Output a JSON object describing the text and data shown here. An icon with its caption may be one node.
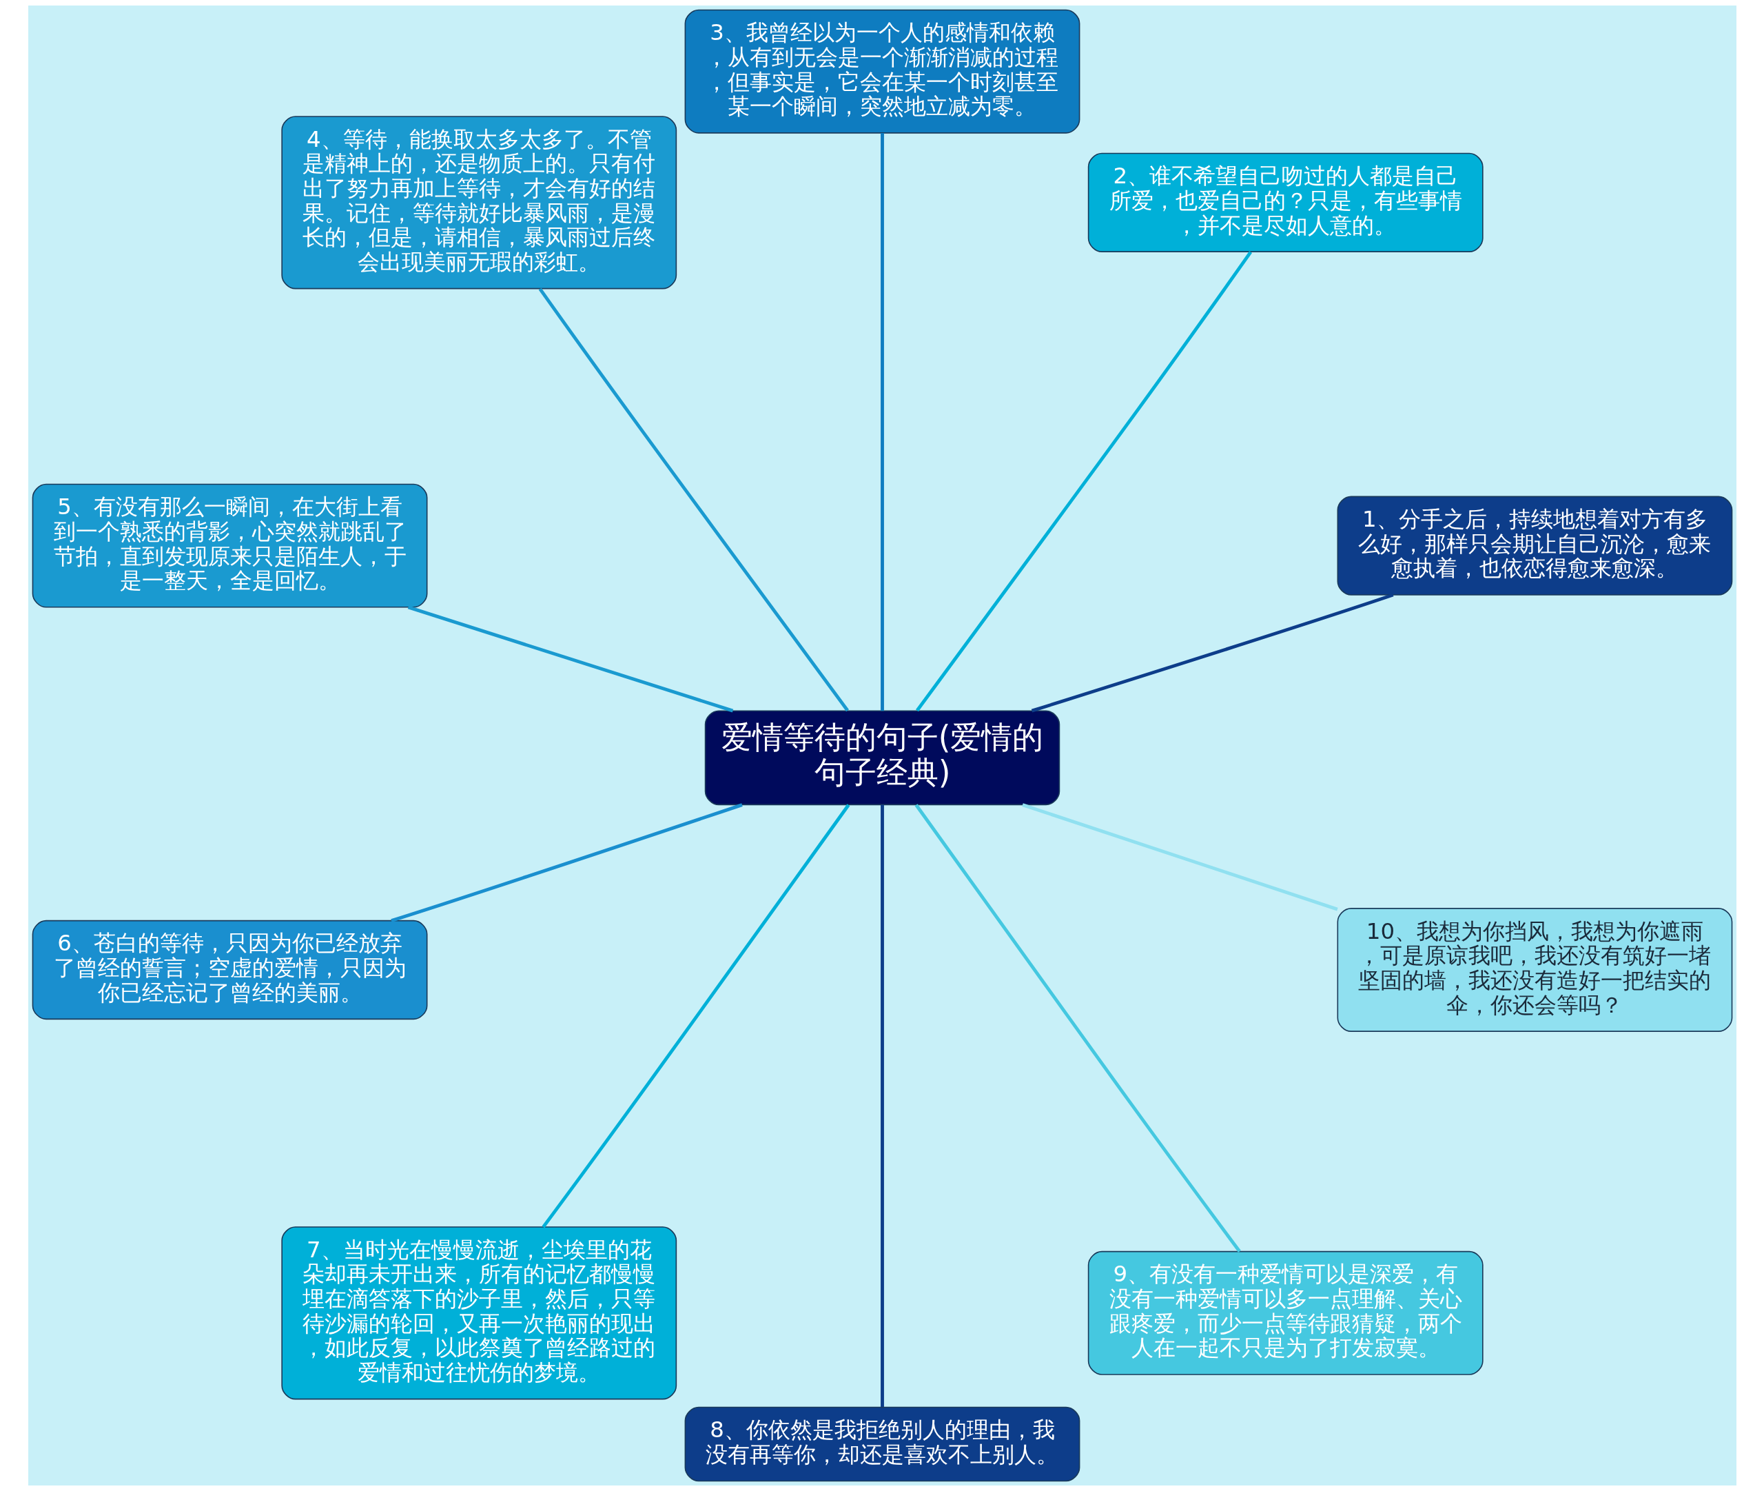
{
  "diagram": {
    "nodes": [
      {
        "text": [
          "爱情等待的句子(爱情的句子经典)"
        ]
      },
      {
        "text": [
          "1、分手之后，持续地想着对方有多么好，那样只会期让自己沉沦，愈来愈执着，也依恋得愈来愈深。"
        ]
      },
      {
        "text": [
          "2、谁不希望自己吻过的人都是自己所爱，也爱自己的？只是，有些事情，并不是尽如人意的。"
        ]
      },
      {
        "text": [
          "3、我曾经以为一个人的感情和依赖，从有到无会是一个渐渐消减的过程，但事实是，它会在某一个时刻甚至某一个瞬间，突然地立减为零。"
        ]
      },
      {
        "text": [
          "4、等待，能换取太多太多了。不管是精神上的，还是物质上的。只有付出了努力再加上等待，才会有好的结果。记住，等待就好比暴风雨，是漫长的，但是，请相信，暴风雨过后终会出现美丽无瑕的彩虹。"
        ]
      },
      {
        "text": [
          "5、有没有那么一瞬间，在大街上看到一个熟悉的背影，心突然就跳乱了节拍，直到发现原来只是陌生人，于是一整天，全是回忆。"
        ]
      },
      {
        "text": [
          "6、苍白的等待，只因为你已经放弃了曾经的誓言；空虚的爱情，只因为你已经忘记了曾经的美丽。"
        ]
      },
      {
        "text": [
          "7、当时光在慢慢流逝，尘埃里的花朵却再未开出来，所有的记忆都慢慢埋在滴答落下的沙子里，然后，只等待沙漏的轮回，又再一次艳丽的现出，如此反复，以此祭奠了曾经路过的爱情和过往忧伤的梦境。"
        ]
      },
      {
        "text": [
          "8、你依然是我拒绝别人的理由，我没有再等你，却还是喜欢不上别人。"
        ]
      },
      {
        "text": [
          "9、有没有一种爱情可以是深爱，有没有一种爱情可以多一点理解、关心跟疼爱，而少一点等待跟猜疑，两个人在一起不只是为了打发寂寞。"
        ]
      },
      {
        "text": [
          "10、我想为你挡风，我想为你遮雨，可是原谅我吧，我还没有筑好一堵坚固的墙，我还没有造好一把结实的伞，你还会等吗？"
        ]
      }
    ],
    "edges": [
      {
        "from": 0,
        "to": 1,
        "arrow": "none",
        "color": "#0d3d8a"
      },
      {
        "from": 0,
        "to": 2,
        "arrow": "none",
        "color": "#00b0d8"
      },
      {
        "from": 0,
        "to": 3,
        "arrow": "none",
        "color": "#0e7cc0"
      },
      {
        "from": 0,
        "to": 4,
        "arrow": "none",
        "color": "#1a9ad0"
      },
      {
        "from": 0,
        "to": 5,
        "arrow": "none",
        "color": "#1a9ad0"
      },
      {
        "from": 0,
        "to": 6,
        "arrow": "none",
        "color": "#1a8fcf"
      },
      {
        "from": 0,
        "to": 7,
        "arrow": "none",
        "color": "#00b0d8"
      },
      {
        "from": 0,
        "to": 8,
        "arrow": "none",
        "color": "#0d3d8a"
      },
      {
        "from": 0,
        "to": 9,
        "arrow": "none",
        "color": "#45c8e0"
      },
      {
        "from": 0,
        "to": 10,
        "arrow": "none",
        "color": "#90e0f0"
      }
    ]
  }
}
